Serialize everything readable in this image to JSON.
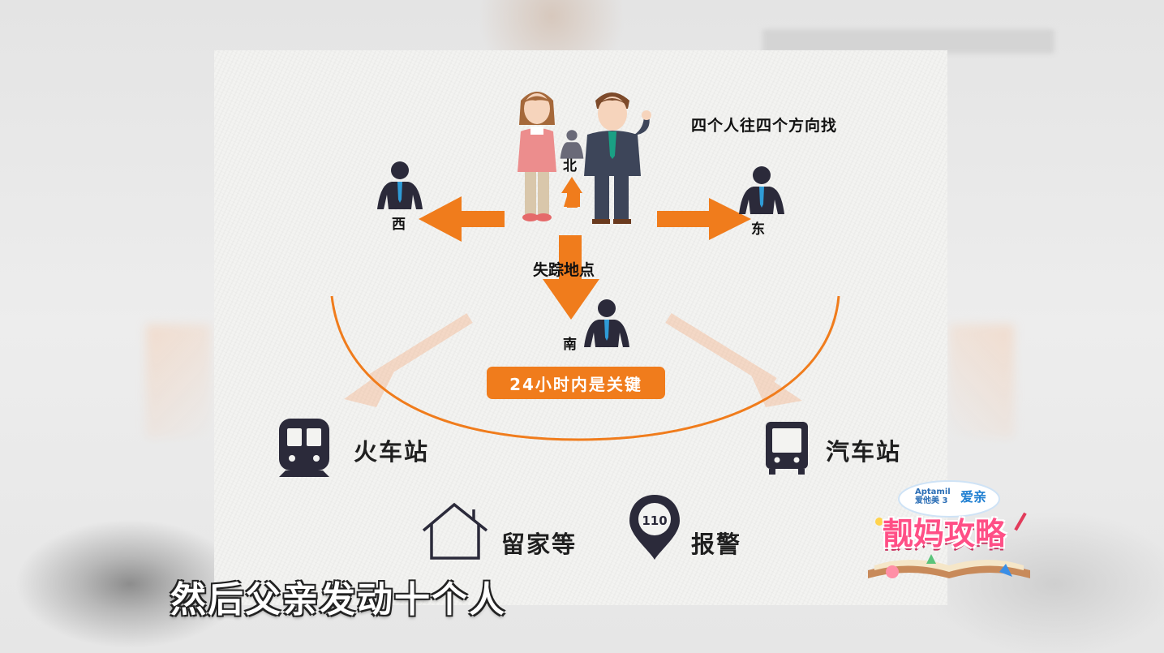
{
  "diagram": {
    "note": "四个人往四个方向找",
    "directions": {
      "north": "北",
      "south": "南",
      "east": "东",
      "west": "西"
    },
    "lost_location": "失踪地点",
    "key_badge": "24小时内是关键",
    "destinations": {
      "train_station": "火车站",
      "bus_station": "汽车站",
      "stay_home": "留家等",
      "call_police": "报警"
    },
    "police_pin_number": "110",
    "colors": {
      "accent": "#f07c1c",
      "icon_dark": "#2b2a3a"
    }
  },
  "subtitle": "然后父亲发动十个人",
  "logo": {
    "brand": "Aptamil",
    "brand_cn": "爱他美 3",
    "partner": "爱亲",
    "show_title": "靓妈攻略"
  }
}
